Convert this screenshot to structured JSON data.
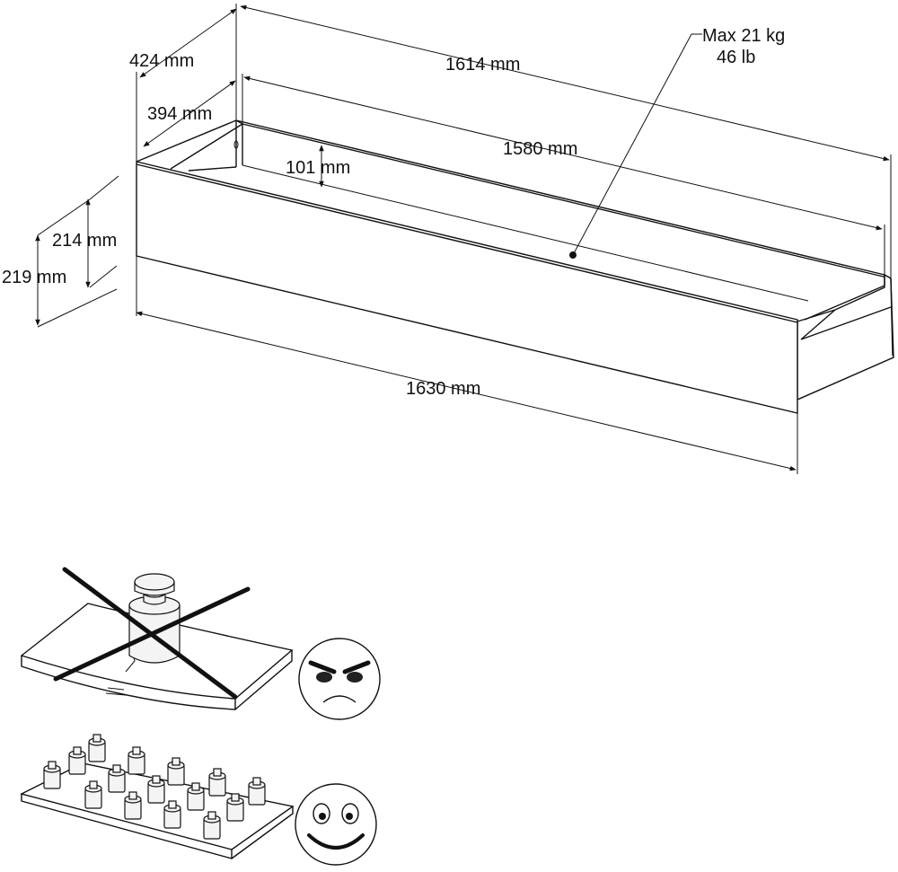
{
  "dimensions": {
    "depth_outer": "424 mm",
    "depth_inner": "394 mm",
    "length_back": "1614 mm",
    "length_inner": "1580 mm",
    "length_front": "1630 mm",
    "height_inner": "101 mm",
    "height_front": "214 mm",
    "height_total": "219 mm"
  },
  "load": {
    "max_kg": "Max 21 kg",
    "max_lb": "46 lb"
  },
  "colors": {
    "ink": "#111111",
    "background": "#ffffff"
  },
  "icons": {
    "bad_usage": "concentrated-load-crossed-icon",
    "bad_face": "angry-face-icon",
    "good_usage": "distributed-load-icon",
    "good_face": "smiling-face-icon"
  }
}
